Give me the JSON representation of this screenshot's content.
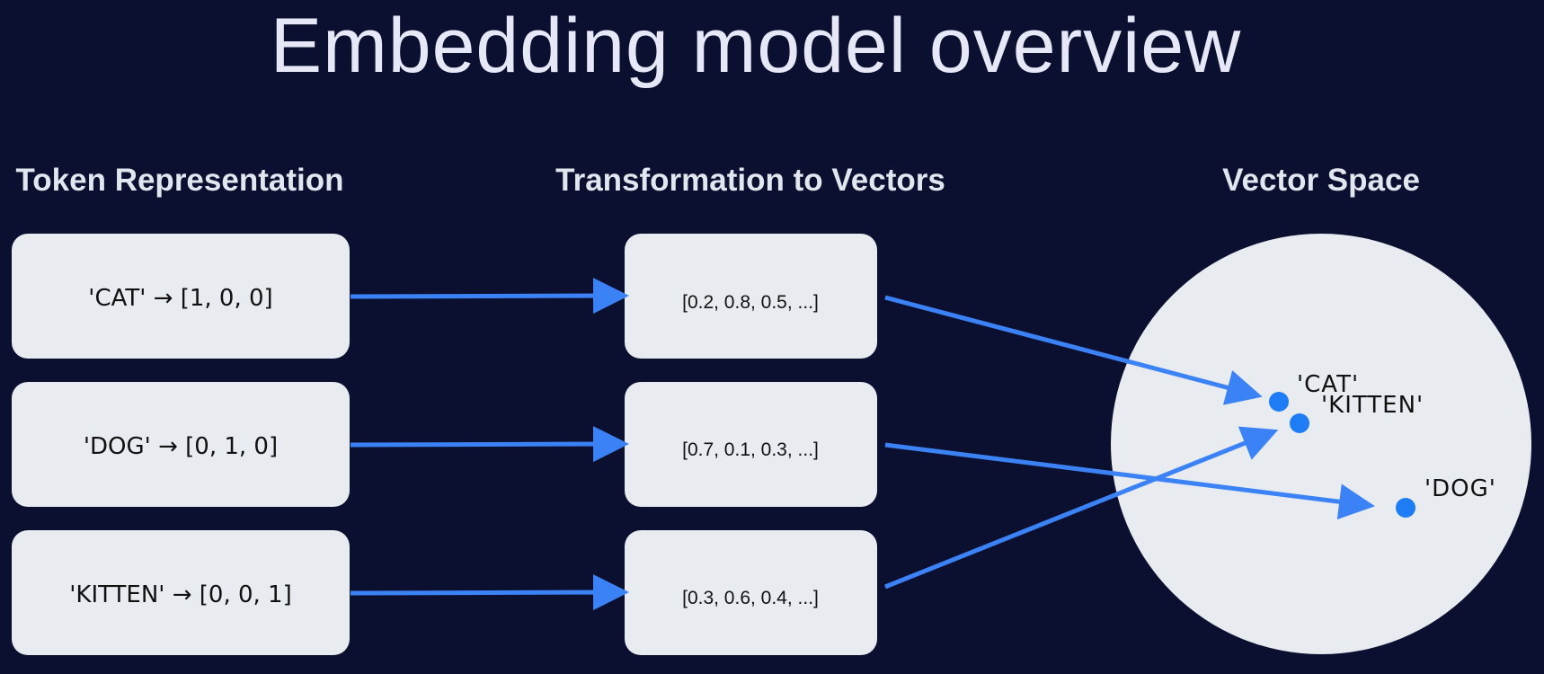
{
  "title": "Embedding model overview",
  "headings": {
    "tokens": "Token Representation",
    "transform": "Transformation to Vectors",
    "space": "Vector Space"
  },
  "tokens": [
    {
      "label": "'CAT' → [1, 0, 0]"
    },
    {
      "label": "'DOG' → [0, 1, 0]"
    },
    {
      "label": "'KITTEN' → [0, 0, 1]"
    }
  ],
  "vectors": [
    {
      "label": "[0.2, 0.8, 0.5, ...]"
    },
    {
      "label": "[0.7, 0.1, 0.3, ...]"
    },
    {
      "label": "[0.3, 0.6, 0.4, ...]"
    }
  ],
  "points": [
    {
      "label": "'CAT'"
    },
    {
      "label": "'KITTEN'"
    },
    {
      "label": "'DOG'"
    }
  ],
  "colors": {
    "background": "#0c1030",
    "box": "#e8ebef",
    "arrow": "#3b82f6",
    "point": "#1e7cf5"
  }
}
